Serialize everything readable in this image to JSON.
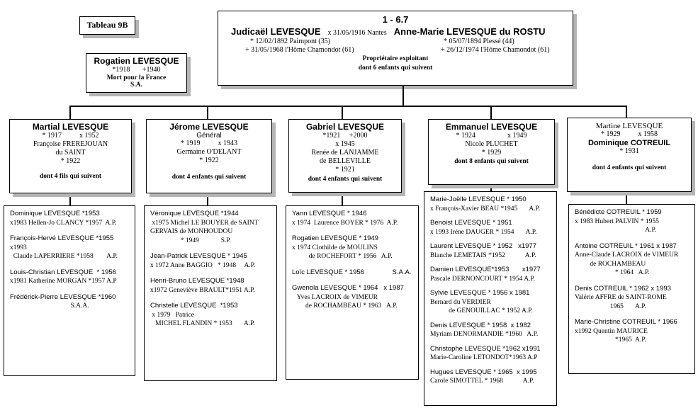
{
  "tableau": "Tableau  9B",
  "main": {
    "number": "1 - 6.7",
    "husband": "Judicaël LEVESQUE",
    "marriage": "x 31/05/1916 Nantes",
    "wife": "Anne-Marie LEVESQUE du ROSTU",
    "husband_birth": "* 12/02/1892 Paimpont (35)",
    "husband_death": "+ 31/05/1968 l'Hôme Chamondot (61)",
    "wife_birth": "* 05/07/1894 Plessé (44)",
    "wife_death": "+ 26/12/1974 l'Hôme Chamondot (61)",
    "occupation": "Propriétaire exploitant",
    "children": "dont 6 enfants qui suivent"
  },
  "rogatien": {
    "name": "Rogatien LEVESQUE",
    "dates": "*1918       +1940",
    "note": "Mort  pour la France",
    "suffix": "S.A."
  },
  "children": [
    {
      "name": "Martial LEVESQUE",
      "lines": [
        "* 1917          x 1952",
        "Françoise FREREJOUAN",
        "du SAINT",
        "* 1922"
      ],
      "footer": "dont 4 fils qui suivent",
      "descendants": [
        [
          "Dominique LEVESQUE *1953",
          "x1983 Hellen-Jo CLANCY *1957  A.P."
        ],
        [
          "François-Hervé LEVESQUE *1955",
          "x1993",
          "  Claude LAPERRIERE *1958        A.P."
        ],
        [
          "Louis-Christian LEVESQUE  * 1956",
          "x1981 Katherine MORGAN *1957 A.P"
        ],
        [
          "Frédérick-Pierre LEVESQUE *1960",
          "                                    S.A.A."
        ]
      ]
    },
    {
      "name": "Jérome LEVESQUE",
      "title": "Général",
      "lines": [
        "* 1919          x 1943",
        "Germaine O'DELANT",
        "* 1922"
      ],
      "footer": "dont 4 enfants qui suivent",
      "descendants": [
        [
          "Véronique LEVESQUE *1944",
          " x1975 Michel LE BOUYER de SAINT",
          "GERVAIS de MONHOUDOU",
          "                  * 1949             S.P."
        ],
        [
          "Jean-Patrick LEVESQUE * 1945",
          "x 1972 Anne BAGGIO   * 1948     A.P."
        ],
        [
          "Henri-Bruno LEVESQUE *1948",
          "x1972 Geneviève BRAULT*1951 A.P."
        ],
        [
          "Christelle LEVESQUE  *1953",
          " x 1979   Patrice",
          "   MICHEL FLANDIN * 1953       A.P."
        ]
      ]
    },
    {
      "name": "Gabriel LEVESQUE",
      "lines": [
        "*1921     +2000",
        "x 1945",
        "Renée de LANJAMME",
        "de BELLEVILLE",
        "* 1921"
      ],
      "footer": "dont 4 enfants qui suivent",
      "descendants": [
        [
          "Yann LEVESQUE * 1946",
          "x 1974  Laurence BOYER * 1976  A.P."
        ],
        [
          "Rogatien LEVESQUE * 1949",
          "x 1974 Clothilde de MOULINS",
          "          de ROCHEFORT * 1956   A.P."
        ],
        [
          "Loïc LEVESQUE * 1956               S.A.A."
        ],
        [
          "Gwenola LEVESQUE * 1964   x 1987",
          "   Yves LACROIX de VIMEUR",
          "        de ROCHAMBEAU * 1963   A.P."
        ]
      ]
    },
    {
      "name": "Emmanuel LEVESQUE",
      "lines": [
        "* 1924                  x 1949",
        "Nicole PLUCHET",
        "* 1929"
      ],
      "footer": "dont 8 enfants qui suivent",
      "descendants": [
        [
          "Marie-Joëlle LEVESQUE * 1950",
          "x François-Xavier BEAU *1945       A.P."
        ],
        [
          "Benoist LEVESQUE * 1951",
          "x 1993 Irène DAUGER * 1954       A.P."
        ],
        [
          "Laurent LEVESQUE * 1952   x1977",
          "Blanche LEMETAIS *1952            A.P."
        ],
        [
          "Damien LEVESQUE*1953       x1977",
          "Pascale DERNONCOURT * 1954 A.P."
        ],
        [
          "Sylvie LEVESQUE * 1956 x 1981",
          "Bernard du VERDIER",
          "           de GENOUILLAC * 1952 A.P."
        ],
        [
          "Denis LEVESQUE * 1958  x 1982",
          "Myriam DENORMANDIE *1960   A.P."
        ],
        [
          "Christophe LEVESQUE *1962 x1991",
          "Marie-Caroline LETONDOT*1963 A.P"
        ],
        [
          "Hugues LEVESQUE * 1965  x 1995",
          "Carole SIMOTTEL * 1968            A.P."
        ]
      ]
    },
    {
      "name": "Martine LEVESQUE",
      "spouse": "Dominique COTREUIL",
      "lines": [
        "* 1929          x 1958"
      ],
      "spouse_birth": "* 1931",
      "footer": "dont 4 enfants qui suivent",
      "descendants": [
        [
          "Bénédicte COTREUIL * 1959",
          "x 1983 Hubert PALVIN * 1955",
          "                                          A.P."
        ],
        [
          "Antoine COTREUIL * 1961 x 1987",
          "Anne-Claude LACROIX de VIMEUR",
          "         de ROCHAMBEAU",
          "                        * 1964   A.P."
        ],
        [
          "Denis COTREUIL * 1962 x 1993",
          "Valérie AFFRE de SAINT-ROME",
          "                     1965       A.P."
        ],
        [
          "Marie-Christine COTREUIL * 1966",
          "x1992 Quentin MAURICE",
          "                        *1965  A.P."
        ]
      ]
    }
  ]
}
